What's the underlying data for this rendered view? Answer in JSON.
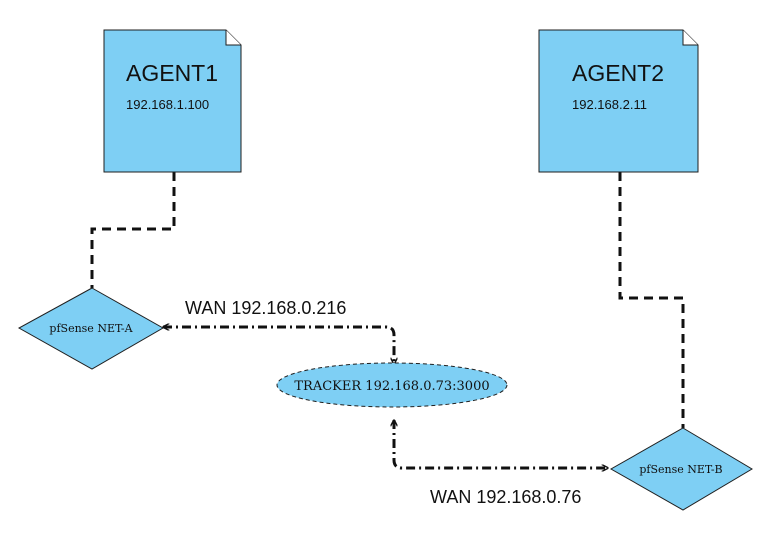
{
  "colors": {
    "node_fill": "#7ecff4",
    "node_stroke": "#1f1f1f",
    "line": "#111111",
    "background": "#ffffff"
  },
  "agents": [
    {
      "name": "AGENT1",
      "ip": "192.168.1.100"
    },
    {
      "name": "AGENT2",
      "ip": "192.168.2.11"
    }
  ],
  "gateways": [
    {
      "label": "pfSense NET-A"
    },
    {
      "label": "pfSense NET-B"
    }
  ],
  "tracker": {
    "label": "TRACKER 192.168.0.73:3000"
  },
  "links": {
    "wan_a": "WAN 192.168.0.216",
    "wan_b": "WAN 192.168.0.76"
  }
}
